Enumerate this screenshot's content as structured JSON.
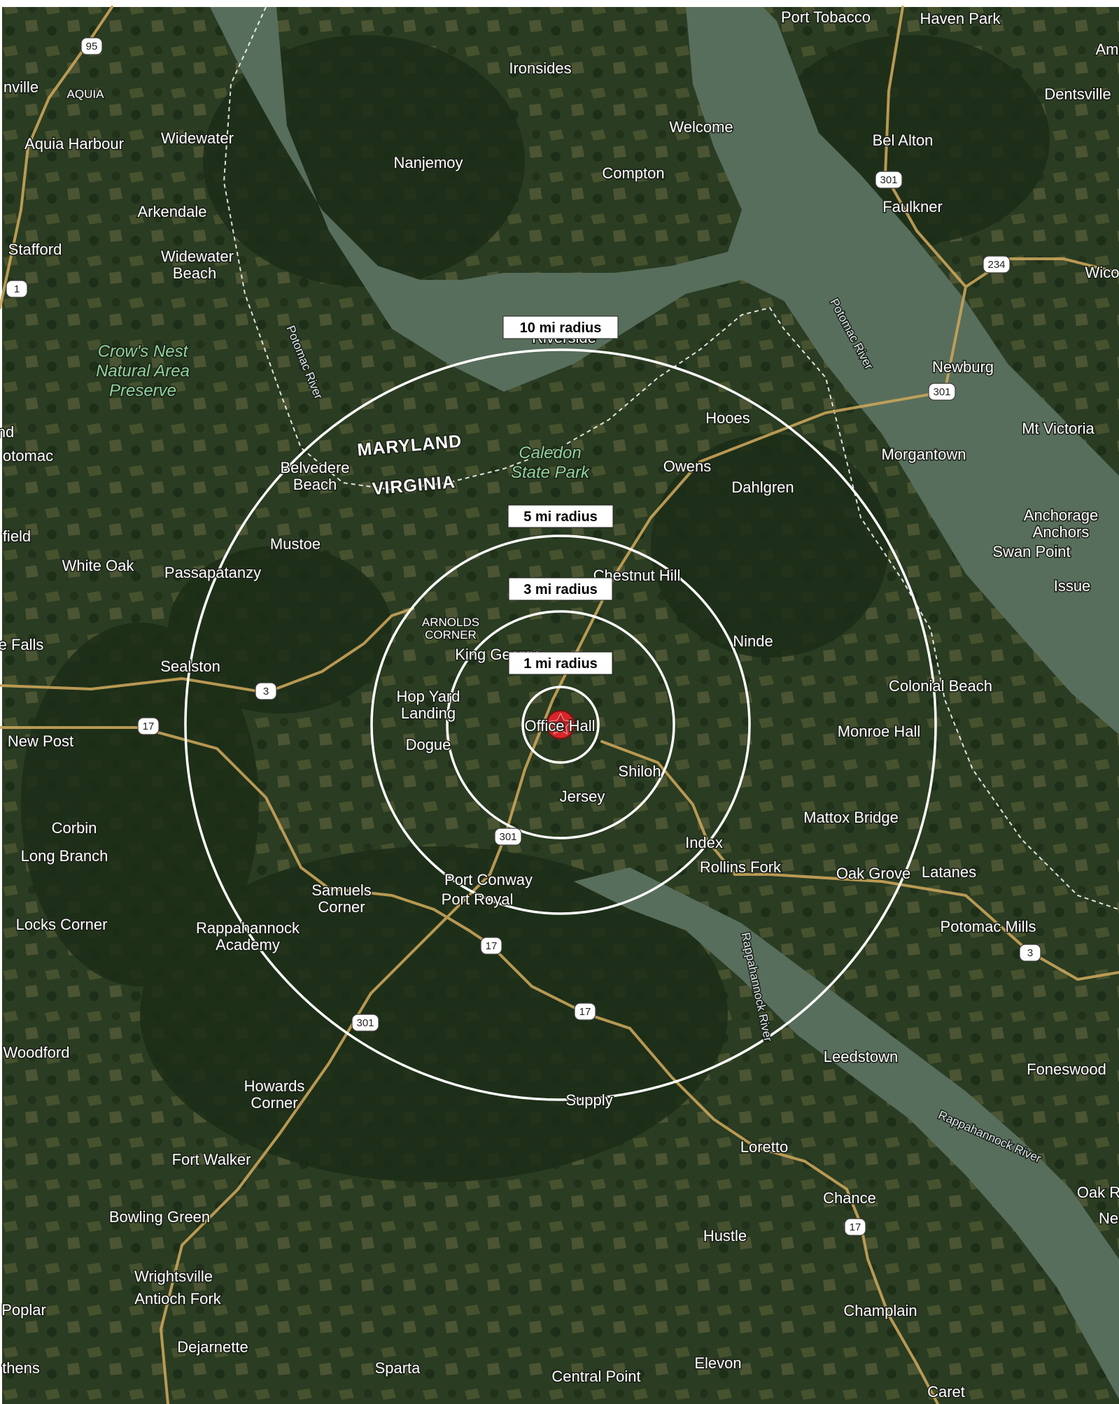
{
  "map": {
    "colors": {
      "land": "#2c3f25",
      "forest": "#1f3119",
      "field": "#6b6d45",
      "water": "#556b5a",
      "road": "#c9a45a",
      "ring": "#ffffff",
      "marker": "#d7262b"
    },
    "center_marker_icon": "star-marker-icon",
    "rings": [
      {
        "label": "1 mi radius",
        "miles": 1
      },
      {
        "label": "3 mi radius",
        "miles": 3
      },
      {
        "label": "5 mi radius",
        "miles": 5
      },
      {
        "label": "10 mi radius",
        "miles": 10
      }
    ],
    "states": [
      "MARYLAND",
      "VIRGINIA"
    ],
    "parks": [
      {
        "line1": "Crow's Nest",
        "line2": "Natural Area",
        "line3": "Preserve"
      },
      {
        "line1": "Caledon",
        "line2": "State Park"
      }
    ],
    "rivers": [
      "Potomac River",
      "Potomac River",
      "Rappahannock River",
      "Rappahannock River"
    ],
    "places": [
      "Port Tobacco",
      "Haven Park",
      "Ironsides",
      "Dentsville",
      "Welcome",
      "Bel Alton",
      "Compton",
      "Faulkner",
      "Nanjemoy",
      "Widewater",
      "Aquia Harbour",
      "AQUIA",
      "Arkendale",
      "Stafford",
      "Widewater",
      "Beach",
      "Wico",
      "Riverside",
      "Newburg",
      "Hooes",
      "Mt Victoria",
      "Owens",
      "Dahlgren",
      "Morgantown",
      "Belvedere",
      "Beach",
      "Anchorage",
      "Anchors",
      "Swan Point",
      "Issue",
      "Mustoe",
      "White Oak",
      "Passapatanzy",
      "Chestnut Hill",
      "ARNOLDS",
      "CORNER",
      "King George",
      "Ninde",
      "Sealston",
      "Hop Yard",
      "Landing",
      "Colonial Beach",
      "Office Hall",
      "Dogue",
      "Monroe Hall",
      "New Post",
      "Shiloh",
      "Jersey",
      "Mattox Bridge",
      "Corbin",
      "Long Branch",
      "Index",
      "Rollins Fork",
      "Oak Grove",
      "Latanes",
      "Port Conway",
      "Samuels",
      "Corner",
      "Port Royal",
      "Locks Corner",
      "Potomac Mills",
      "Rappahannock",
      "Academy",
      "Woodford",
      "Leedstown",
      "Foneswood",
      "Howards",
      "Corner",
      "Supply",
      "Fort Walker",
      "Loretto",
      "Chance",
      "Bowling Green",
      "Hustle",
      "Wrightsville",
      "Antioch Fork",
      "Poplar",
      "Champlain",
      "Dejarnette",
      "Sparta",
      "Central Point",
      "Elevon",
      "Caret",
      "thens",
      "field",
      "nd",
      "otomac",
      "e Falls",
      "nville",
      "Oak R",
      "Ne",
      "Am"
    ],
    "shields": [
      "95",
      "1",
      "301",
      "234",
      "301",
      "3",
      "17",
      "301",
      "17",
      "17",
      "301",
      "17",
      "3"
    ]
  }
}
